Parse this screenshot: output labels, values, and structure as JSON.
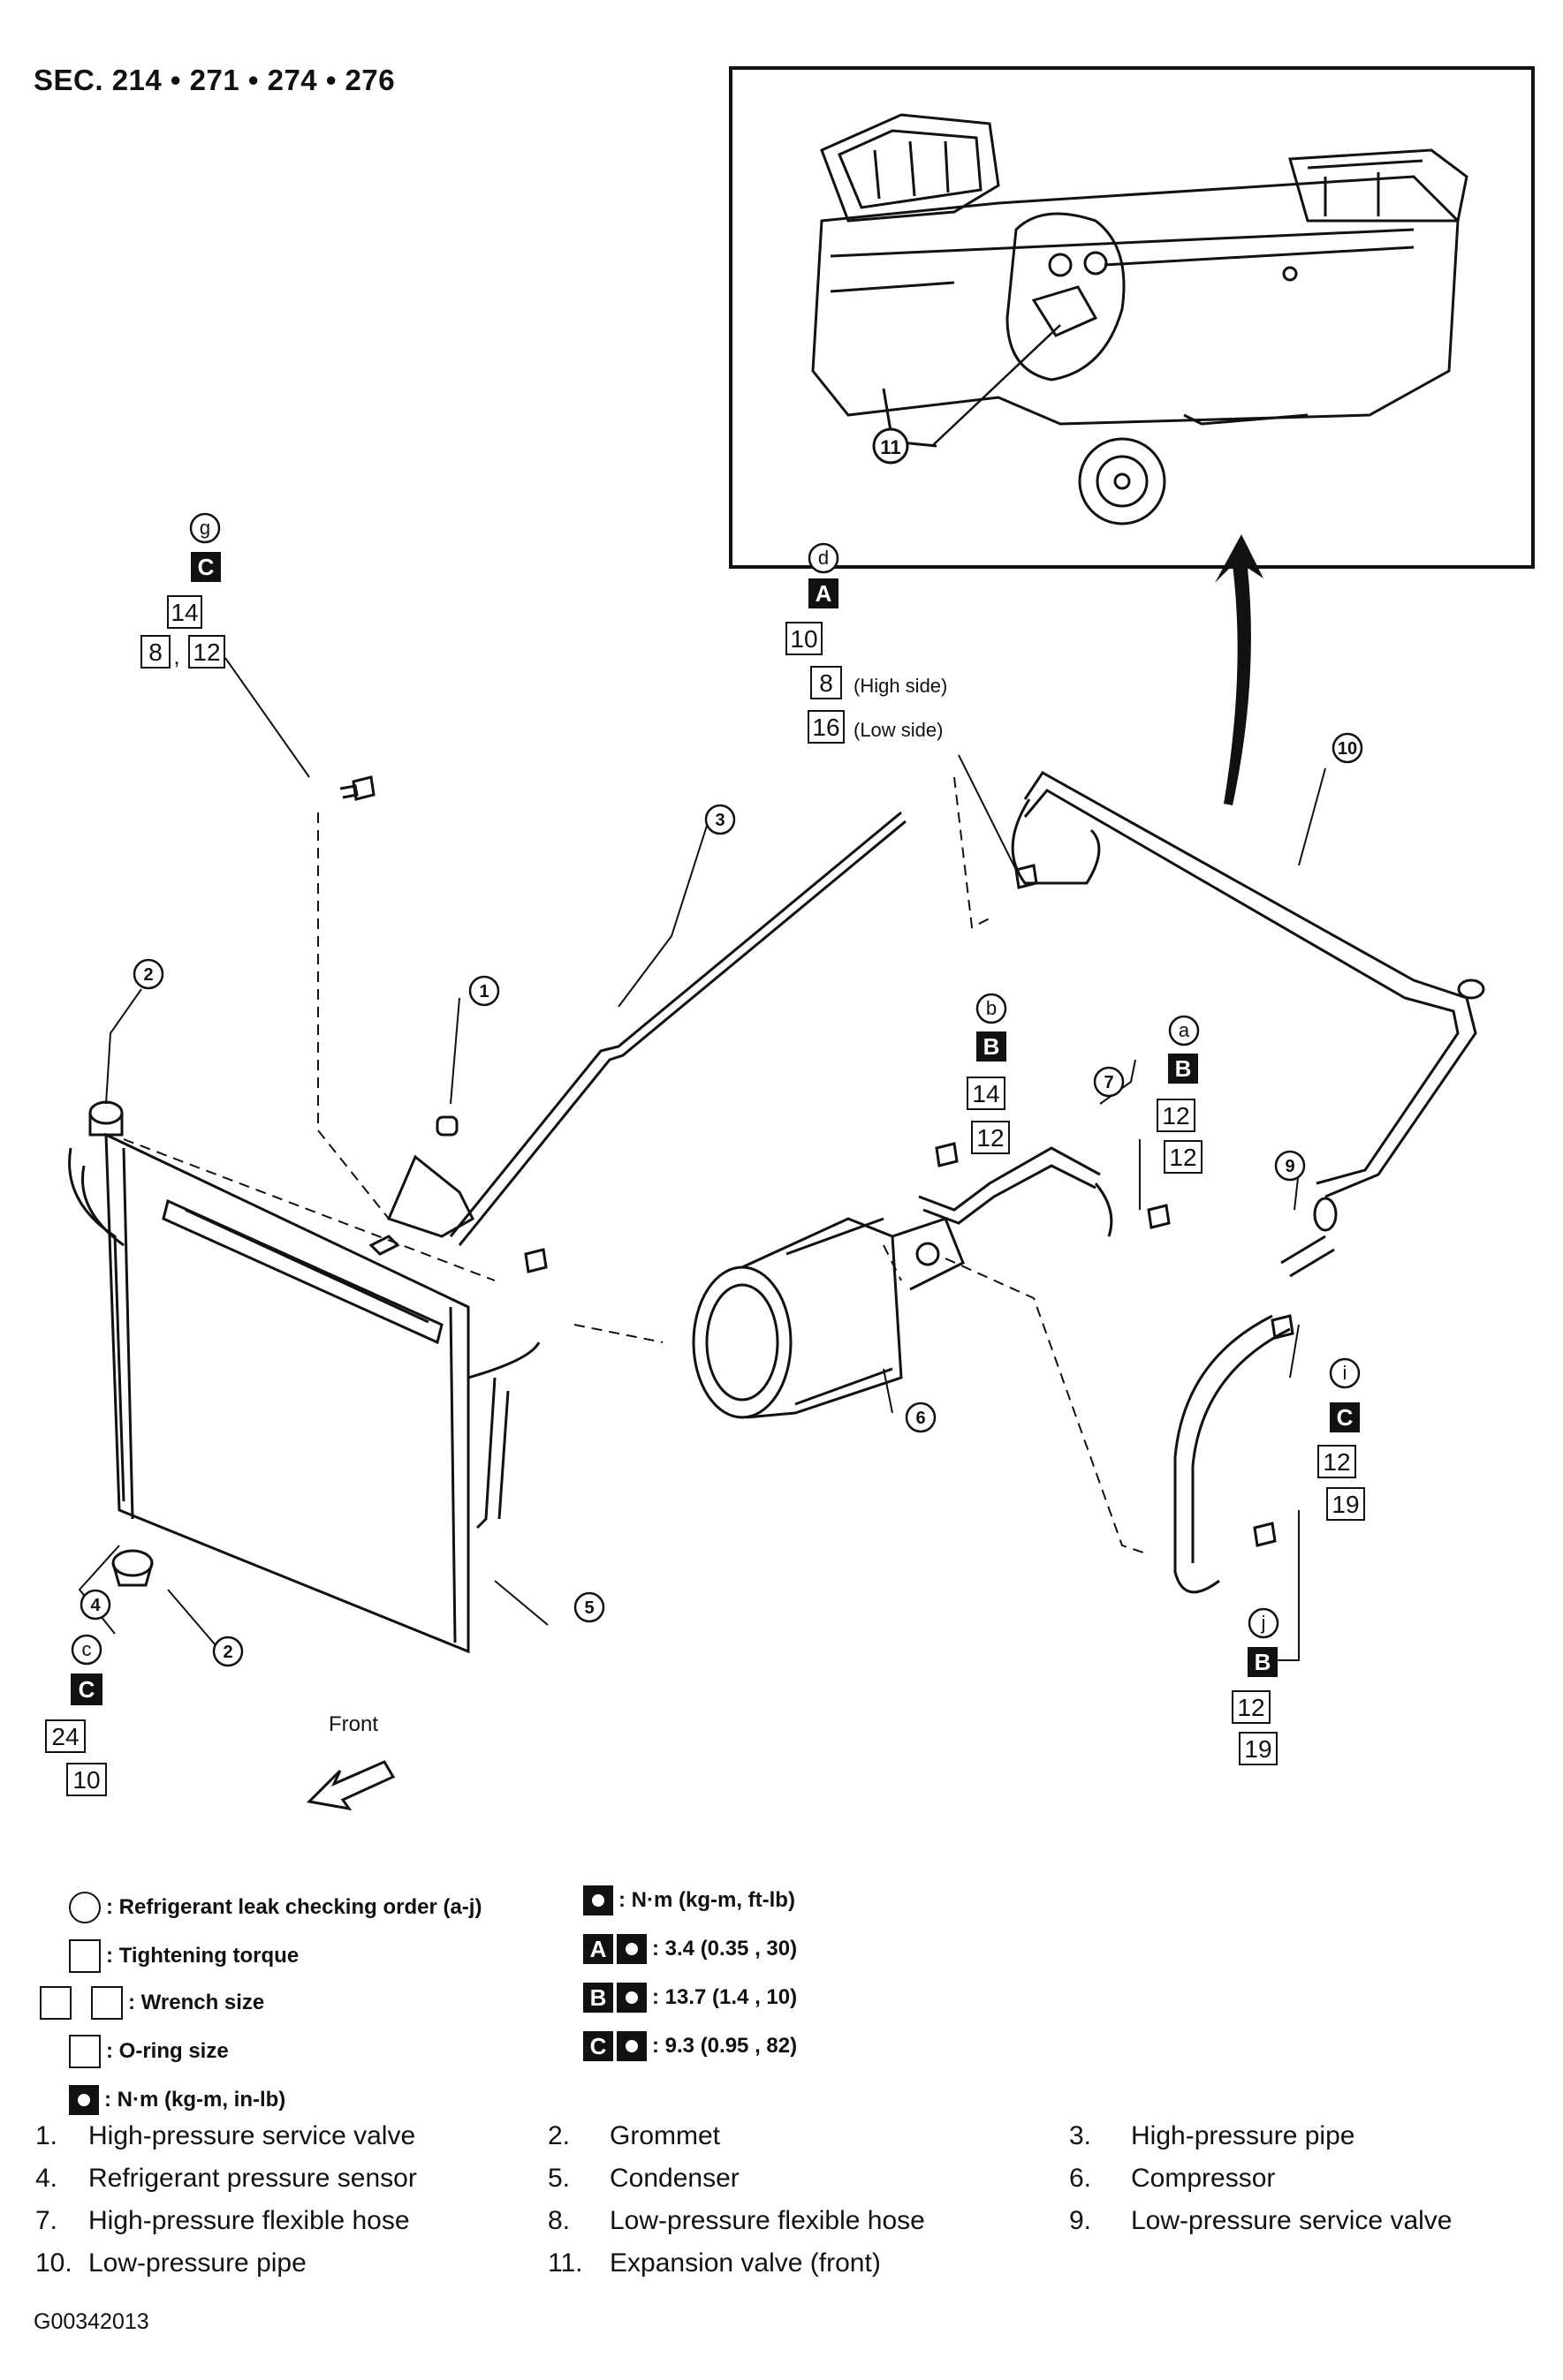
{
  "section": "SEC. 214 • 271 • 274 • 276",
  "front_label": "Front",
  "callouts": {
    "g": {
      "letter": "g",
      "torque": "C",
      "v1": "14",
      "v2": "8",
      "v3": "12"
    },
    "d": {
      "letter": "d",
      "torque": "A",
      "v1": "10",
      "v2": "8",
      "v2_note": "(High side)",
      "v3": "16",
      "v3_note": "(Low side)"
    },
    "b": {
      "letter": "b",
      "torque": "B",
      "v1": "14",
      "v2": "12"
    },
    "a": {
      "letter": "a",
      "torque": "B",
      "v1": "12",
      "v2": "12"
    },
    "c": {
      "letter": "c",
      "torque": "C",
      "v1": "24",
      "v2": "10"
    },
    "i": {
      "letter": "i",
      "torque": "C",
      "v1": "12",
      "v2": "19"
    },
    "j": {
      "letter": "j",
      "torque": "B",
      "v1": "12",
      "v2": "19"
    }
  },
  "part_labels": {
    "p1": "1",
    "p2a": "2",
    "p2b": "2",
    "p3": "3",
    "p4": "4",
    "p5": "5",
    "p6": "6",
    "p7": "7",
    "p9": "9",
    "p10": "10",
    "p11": "11"
  },
  "legend": {
    "circle": ": Refrigerant leak checking order (a-j)",
    "box": ": Tightening torque",
    "wrench_size": ": Wrench size",
    "oring": ": O-ring size",
    "nm_inlb": ": N·m (kg-m, in-lb)",
    "nm_ftlb": ": N·m (kg-m, ft-lb)",
    "A_letter": "A",
    "A_value": ": 3.4 (0.35 , 30)",
    "B_letter": "B",
    "B_value": ": 13.7 (1.4 , 10)",
    "C_letter": "C",
    "C_value": ": 9.3 (0.95 , 82)"
  },
  "parts": [
    {
      "num": "1.",
      "name": "High-pressure service valve"
    },
    {
      "num": "2.",
      "name": "Grommet"
    },
    {
      "num": "3.",
      "name": "High-pressure pipe"
    },
    {
      "num": "4.",
      "name": "Refrigerant pressure sensor"
    },
    {
      "num": "5.",
      "name": "Condenser"
    },
    {
      "num": "6.",
      "name": "Compressor"
    },
    {
      "num": "7.",
      "name": "High-pressure flexible hose"
    },
    {
      "num": "8.",
      "name": "Low-pressure flexible hose"
    },
    {
      "num": "9.",
      "name": "Low-pressure service valve"
    },
    {
      "num": "10.",
      "name": "Low-pressure pipe"
    },
    {
      "num": "11.",
      "name": "Expansion valve (front)"
    }
  ],
  "footer_code": "G00342013"
}
